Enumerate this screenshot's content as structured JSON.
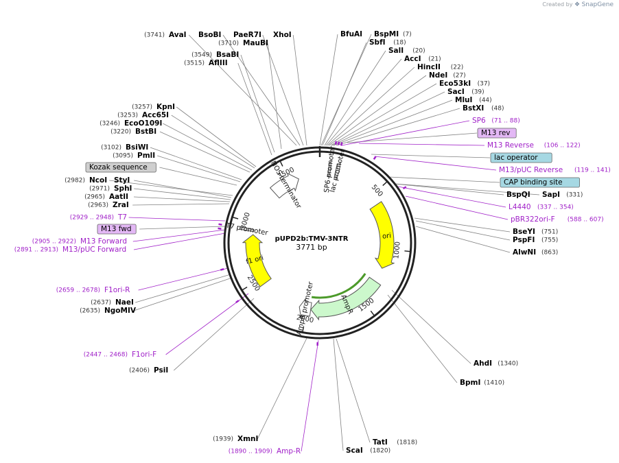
{
  "credit": {
    "prefix": "Created by",
    "brand": "SnapGene"
  },
  "plasmid": {
    "name": "pUPD2b:TMV-3NTR",
    "length_label": "3771 bp",
    "length": 3771
  },
  "ticks": [
    {
      "pos": 500,
      "label": "500"
    },
    {
      "pos": 1000,
      "label": "1000"
    },
    {
      "pos": 1500,
      "label": "1500"
    },
    {
      "pos": 2000,
      "label": "2000"
    },
    {
      "pos": 2500,
      "label": "2500"
    },
    {
      "pos": 3000,
      "label": "3000"
    },
    {
      "pos": 3500,
      "label": "3500"
    }
  ],
  "features": [
    {
      "name": "SP6 promoter",
      "start": 71,
      "end": 88,
      "color": "#e8e8e8",
      "shape": "arrow"
    },
    {
      "name": "lac promoter",
      "start": 130,
      "end": 160,
      "color": "#e8e8e8",
      "shape": "arrow"
    },
    {
      "name": "ori",
      "start": 588,
      "end": 1176,
      "color": "#ffff00",
      "shape": "arrow"
    },
    {
      "name": "AmpR",
      "start": 1307,
      "end": 1966,
      "color": "#ccf8cc",
      "shape": "arrow"
    },
    {
      "name": "AmpR promoter",
      "start": 1967,
      "end": 2071,
      "color": "#ffffff",
      "shape": "arrow"
    },
    {
      "name": "f1 ori",
      "start": 2447,
      "end": 2902,
      "color": "#ffff00",
      "shape": "arrow"
    },
    {
      "name": "T7 promoter",
      "start": 2929,
      "end": 2948,
      "color": "#e8e8e8",
      "shape": "box"
    },
    {
      "name": "NOS terminator",
      "start": 3330,
      "end": 3580,
      "color": "#ffffff",
      "shape": "arrow"
    }
  ],
  "labels": [
    {
      "text": "AvaI",
      "pos": "(3741)",
      "kind": "enzyme"
    },
    {
      "text": "BsoBI",
      "kind": "enzyme"
    },
    {
      "text": "PaeR7I",
      "kind": "enzyme"
    },
    {
      "text": "XhoI",
      "kind": "enzyme"
    },
    {
      "text": "MauBI",
      "pos": "(3710)",
      "kind": "enzyme"
    },
    {
      "text": "BsaBI",
      "pos": "(3549)",
      "kind": "enzyme"
    },
    {
      "text": "AflIII",
      "pos": "(3515)",
      "kind": "enzyme"
    },
    {
      "text": "KpnI",
      "pos": "(3257)",
      "kind": "enzyme"
    },
    {
      "text": "Acc65I",
      "pos": "(3253)",
      "kind": "enzyme"
    },
    {
      "text": "EcoO109I",
      "pos": "(3246)",
      "kind": "enzyme"
    },
    {
      "text": "BstBI",
      "pos": "(3220)",
      "kind": "enzyme"
    },
    {
      "text": "BsiWI",
      "pos": "(3102)",
      "kind": "enzyme"
    },
    {
      "text": "PmlI",
      "pos": "(3095)",
      "kind": "enzyme"
    },
    {
      "text": "Kozak sequence",
      "kind": "badge-gray"
    },
    {
      "text": "NcoI",
      "pos": "(2982)",
      "kind": "enzyme"
    },
    {
      "text": "StyI",
      "kind": "enzyme"
    },
    {
      "text": "SphI",
      "pos": "(2971)",
      "kind": "enzyme"
    },
    {
      "text": "AatII",
      "pos": "(2965)",
      "kind": "enzyme"
    },
    {
      "text": "ZraI",
      "pos": "(2963)",
      "kind": "enzyme"
    },
    {
      "text": "T7",
      "pos": "(2929 .. 2948)",
      "kind": "primer"
    },
    {
      "text": "M13 fwd",
      "kind": "badge-purple"
    },
    {
      "text": "M13 Forward",
      "pos": "(2905 .. 2922)",
      "kind": "primer"
    },
    {
      "text": "M13/pUC Forward",
      "pos": "(2891 .. 2913)",
      "kind": "primer"
    },
    {
      "text": "F1ori-R",
      "pos": "(2659 .. 2678)",
      "kind": "primer"
    },
    {
      "text": "NaeI",
      "pos": "(2637)",
      "kind": "enzyme"
    },
    {
      "text": "NgoMIV",
      "pos": "(2635)",
      "kind": "enzyme"
    },
    {
      "text": "F1ori-F",
      "pos": "(2447 .. 2468)",
      "kind": "primer"
    },
    {
      "text": "PsiI",
      "pos": "(2406)",
      "kind": "enzyme"
    },
    {
      "text": "XmnI",
      "pos": "(1939)",
      "kind": "enzyme"
    },
    {
      "text": "Amp-R",
      "pos": "(1890 .. 1909)",
      "kind": "primer"
    },
    {
      "text": "ScaI",
      "pos": "(1820)",
      "kind": "enzyme"
    },
    {
      "text": "TatI",
      "pos": "(1818)",
      "kind": "enzyme"
    },
    {
      "text": "BpmI",
      "pos": "(1410)",
      "kind": "enzyme"
    },
    {
      "text": "AhdI",
      "pos": "(1340)",
      "kind": "enzyme"
    },
    {
      "text": "AlwNI",
      "pos": "(863)",
      "kind": "enzyme"
    },
    {
      "text": "PspFI",
      "pos": "(755)",
      "kind": "enzyme"
    },
    {
      "text": "BseYI",
      "pos": "(751)",
      "kind": "enzyme"
    },
    {
      "text": "pBR322ori-F",
      "pos": "(588 .. 607)",
      "kind": "primer"
    },
    {
      "text": "L4440",
      "pos": "(337 .. 354)",
      "kind": "primer"
    },
    {
      "text": "BspQI",
      "kind": "enzyme"
    },
    {
      "text": "SapI",
      "pos": "(331)",
      "kind": "enzyme"
    },
    {
      "text": "CAP binding site",
      "kind": "badge-teal"
    },
    {
      "text": "M13/pUC Reverse",
      "pos": "(119 .. 141)",
      "kind": "primer"
    },
    {
      "text": "lac operator",
      "kind": "badge-teal"
    },
    {
      "text": "M13 Reverse",
      "pos": "(106 .. 122)",
      "kind": "primer"
    },
    {
      "text": "M13 rev",
      "kind": "badge-purple"
    },
    {
      "text": "SP6",
      "pos": "(71 .. 88)",
      "kind": "primer"
    },
    {
      "text": "BstXI",
      "pos": "(48)",
      "kind": "enzyme"
    },
    {
      "text": "MluI",
      "pos": "(44)",
      "kind": "enzyme"
    },
    {
      "text": "SacI",
      "pos": "(39)",
      "kind": "enzyme"
    },
    {
      "text": "Eco53kI",
      "pos": "(37)",
      "kind": "enzyme"
    },
    {
      "text": "NdeI",
      "pos": "(27)",
      "kind": "enzyme"
    },
    {
      "text": "HincII",
      "pos": "(22)",
      "kind": "enzyme"
    },
    {
      "text": "AccI",
      "pos": "(21)",
      "kind": "enzyme"
    },
    {
      "text": "SalI",
      "pos": "(20)",
      "kind": "enzyme"
    },
    {
      "text": "SbfI",
      "pos": "(18)",
      "kind": "enzyme"
    },
    {
      "text": "BfuAI",
      "kind": "enzyme"
    },
    {
      "text": "BspMI",
      "pos": "(7)",
      "kind": "enzyme"
    }
  ],
  "colors": {
    "enzyme": "#000000",
    "position": "#333333",
    "primer": "#a020c8",
    "badge_gray": "#cfcfcf",
    "badge_purple": "#e3b8f5",
    "badge_teal": "#a6d8e3",
    "leader": "#808080",
    "backbone": "#222222",
    "ori": "#ffff00",
    "ampr": "#ccf8cc"
  }
}
